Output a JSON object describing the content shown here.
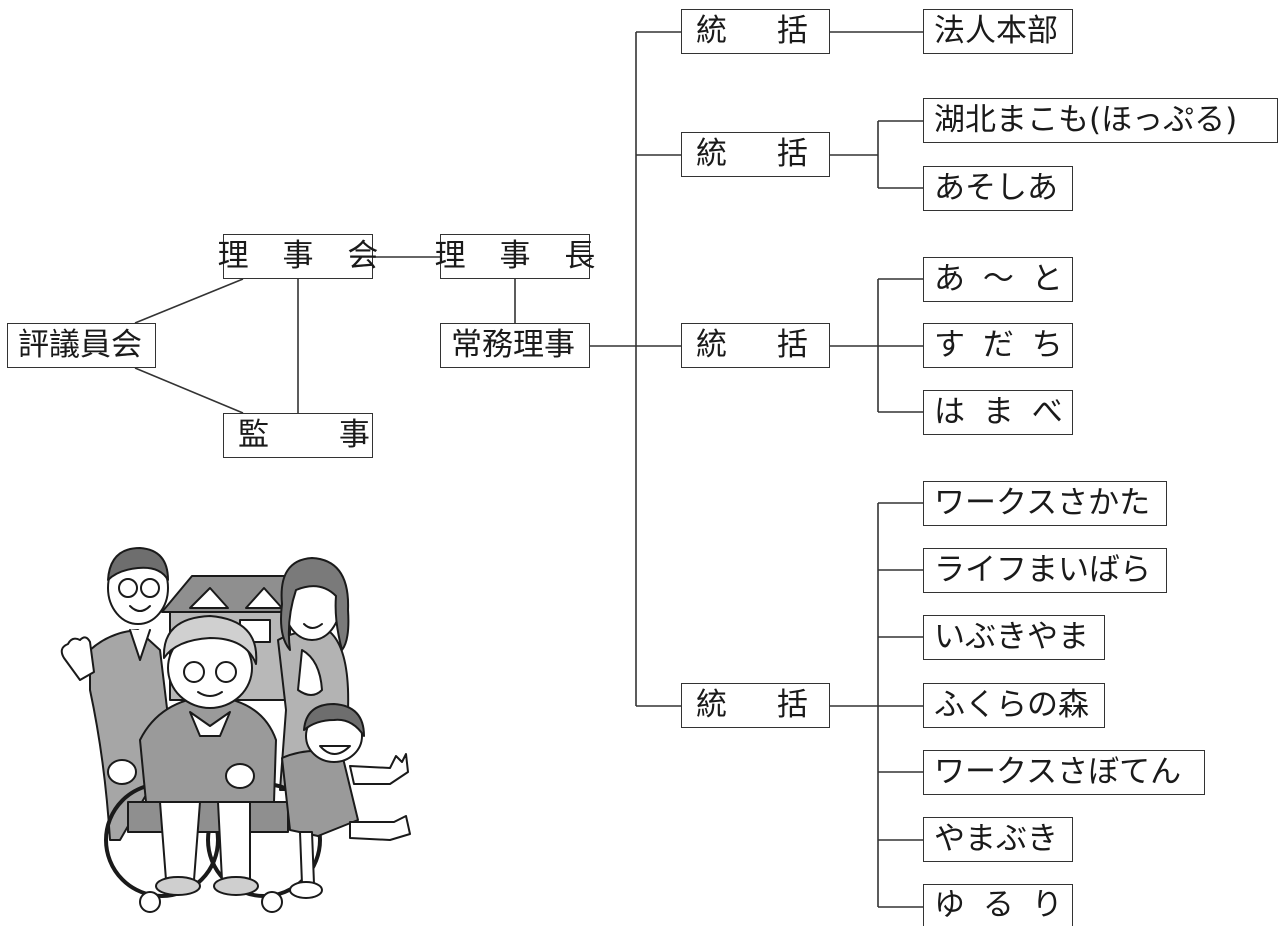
{
  "org": {
    "council": "評議員会",
    "board": "理 事 会",
    "auditor": "監 事",
    "chairman": "理 事 長",
    "managing_director": "常務理事",
    "supervisors": [
      "統 括",
      "統 括",
      "統 括",
      "統 括"
    ],
    "units": {
      "group1": [
        "法人本部"
      ],
      "group2": [
        "湖北まこも(ほっぷる)",
        "あそしあ"
      ],
      "group3": [
        "あ ～ と",
        "す だ ち",
        "は ま べ"
      ],
      "group4": [
        "ワークスさかた",
        "ライフまいばら",
        "いぶきやま",
        "ふくらの森",
        "ワークスさぼてん",
        "やまぶき",
        "ゆ る り"
      ]
    }
  },
  "colors": {
    "line": "#333333",
    "box_border": "#333333",
    "illustration_fill": "#9a9a9a"
  }
}
